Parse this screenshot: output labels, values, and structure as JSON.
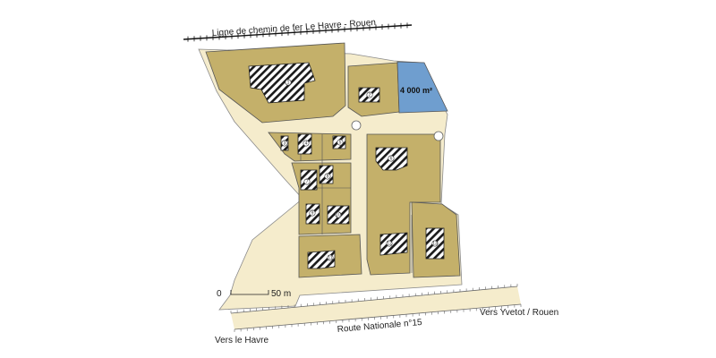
{
  "labels": {
    "railway": "Ligne de chemin de fer Le Havre - Rouen",
    "road": "Route Nationale n°15",
    "to_le_havre": "Vers le Havre",
    "to_yvetot": "Vers Yvetot / Rouen"
  },
  "scale": {
    "start": "0",
    "end": "50 m"
  },
  "highlight": {
    "area": "4 000 m²",
    "color": "#6f9ecf"
  },
  "colors": {
    "plot": "#c4b06a",
    "road": "#f5eccc",
    "building_hatch": "#1a1a1a"
  },
  "buildings": [
    {
      "id": "b1",
      "number": "1"
    },
    {
      "id": "b2",
      "number": "2"
    },
    {
      "id": "b3",
      "number": "3"
    },
    {
      "id": "b4",
      "number": "4"
    },
    {
      "id": "b5",
      "number": "5"
    },
    {
      "id": "b6",
      "number": "6"
    },
    {
      "id": "b7",
      "number": "7"
    },
    {
      "id": "b8",
      "number": "8"
    },
    {
      "id": "b9",
      "number": "9"
    },
    {
      "id": "b10",
      "number": "10"
    },
    {
      "id": "b11",
      "number": "11"
    },
    {
      "id": "b12",
      "number": "12"
    },
    {
      "id": "b13",
      "number": "13"
    },
    {
      "id": "b14",
      "number": "14"
    }
  ]
}
